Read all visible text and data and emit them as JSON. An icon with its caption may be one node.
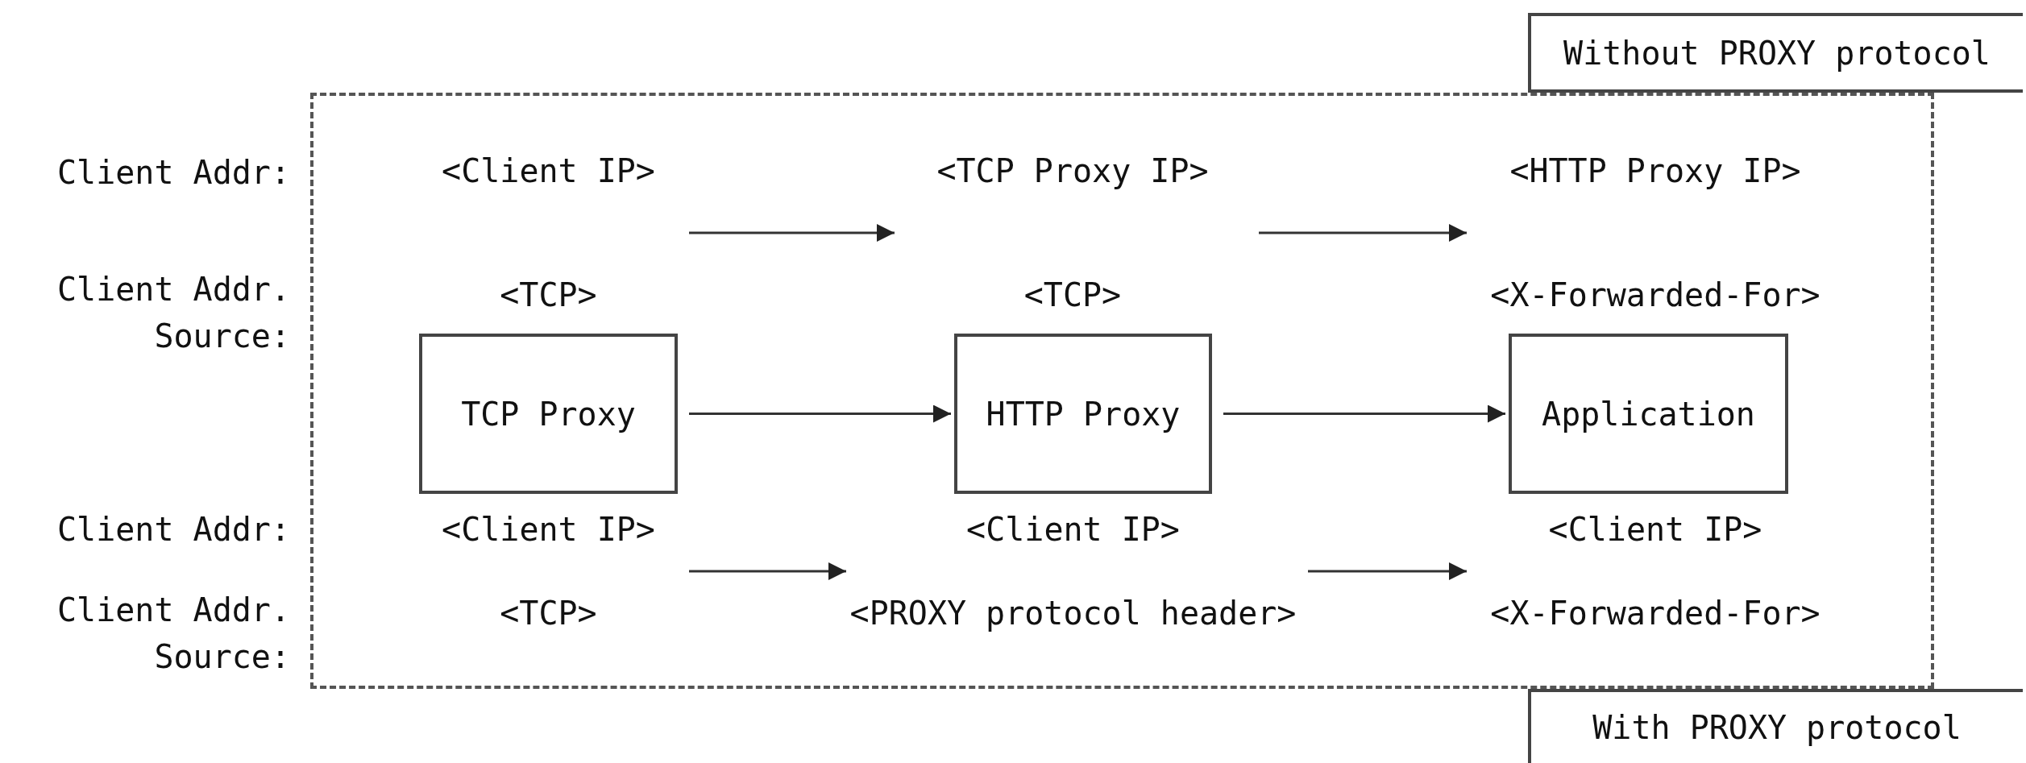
{
  "diagram": {
    "nodes": [
      {
        "text": [
          "Without PROXY protocol"
        ]
      },
      {
        "text": [],
        "shape": "box"
      },
      {
        "text": [
          "<Client IP>",
          "<TCP>"
        ],
        "in": 1
      },
      {
        "text": [
          "<TCP Proxy IP>",
          "<TCP>"
        ],
        "in": 1
      },
      {
        "text": [
          "<HTTP Proxy IP>",
          "<X-Forwarded-For>"
        ],
        "in": 1
      },
      {
        "text": [
          "TCP Proxy"
        ],
        "in": 1
      },
      {
        "text": [
          "HTTP Proxy"
        ],
        "in": 1
      },
      {
        "text": [
          "Application"
        ],
        "in": 1
      },
      {
        "text": [
          "<Client IP>",
          "<TCP>"
        ],
        "in": 1
      },
      {
        "text": [
          "<Client IP>",
          "<PROXY protocol header>"
        ],
        "in": 1
      },
      {
        "text": [
          "<Client IP>",
          "<X-Forwarded-For>"
        ],
        "in": 1
      },
      {
        "text": [
          "With PROXY protocol"
        ]
      }
    ],
    "edges": [
      {
        "from": 2,
        "to": 3,
        "arrow": "to"
      },
      {
        "from": 3,
        "to": 4,
        "arrow": "to"
      },
      {
        "from": 5,
        "to": 6,
        "arrow": "to"
      },
      {
        "from": 6,
        "to": 7,
        "arrow": "to"
      },
      {
        "from": 8,
        "to": 9,
        "arrow": "to"
      },
      {
        "from": 9,
        "to": 10,
        "arrow": "to"
      }
    ],
    "labels": [
      "Client Addr:",
      "Client Addr. Source:",
      "Client Addr:",
      "Client Addr. Source:"
    ]
  }
}
